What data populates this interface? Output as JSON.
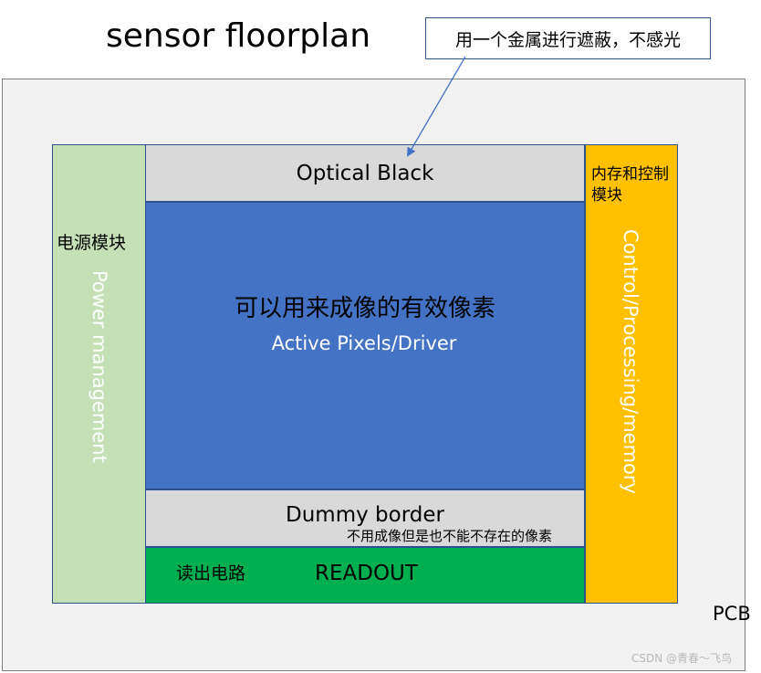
{
  "title": "sensor floorplan",
  "callout": "用一个金属进行遮蔽，不感光",
  "pcb": {
    "label": "PCB"
  },
  "power": {
    "label_cn": "电源模块",
    "label_en": "Power management"
  },
  "optical_black": {
    "label": "Optical Black"
  },
  "active": {
    "label_cn": "可以用来成像的有效像素",
    "label_en": "Active Pixels/Driver"
  },
  "dummy": {
    "label_en": "Dummy border",
    "label_cn": "不用成像但是也不能不存在的像素"
  },
  "readout": {
    "label_cn": "读出电路",
    "label_en": "READOUT"
  },
  "control": {
    "label_cn": "内存和控制模块",
    "label_en": "Control/Processing/memory"
  },
  "watermark": "CSDN @青春～飞鸟",
  "colors": {
    "pcb": "#f2f2f2",
    "power": "#c5e0b4",
    "optical_black": "#d9d9d9",
    "active": "#4472c4",
    "dummy": "#d9d9d9",
    "readout": "#00b050",
    "control": "#ffc000",
    "outline": "#2f528f"
  }
}
